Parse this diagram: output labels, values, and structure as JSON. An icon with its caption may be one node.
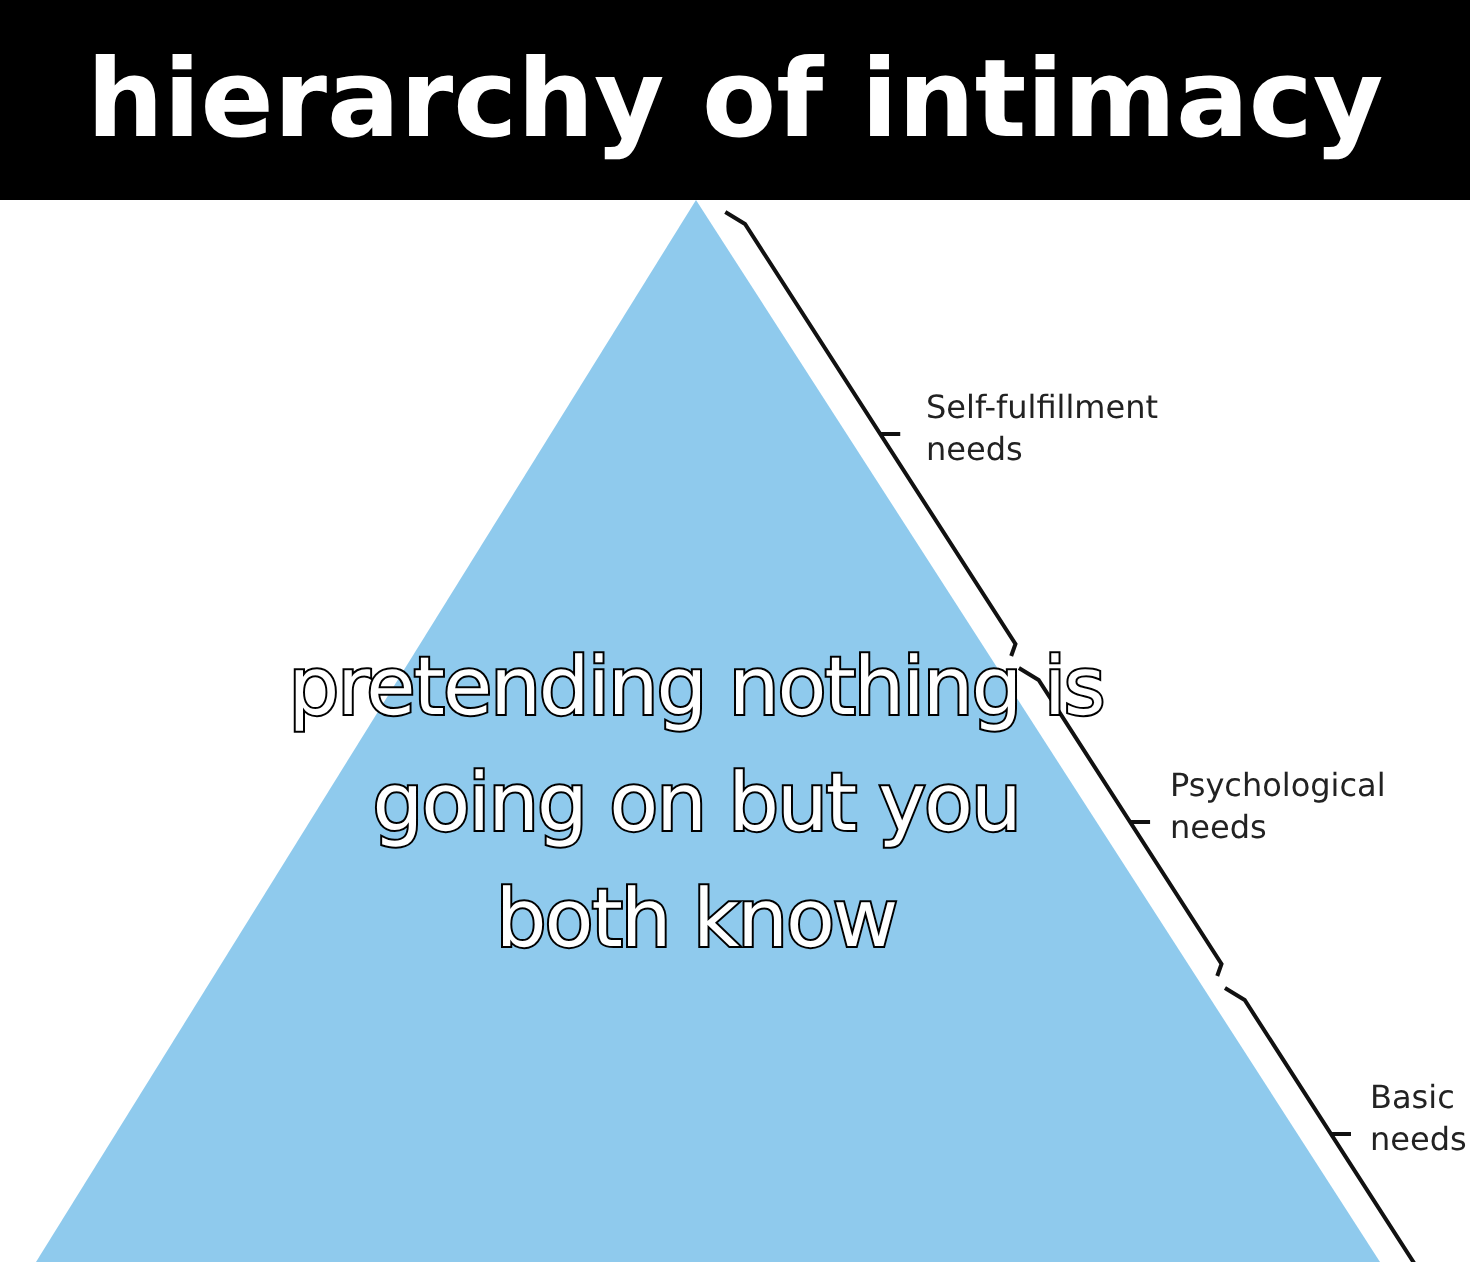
{
  "diagram": {
    "title": "hierarchy of intimacy",
    "nodes": [
      {
        "text": [
          "pretending nothing is going on but you both know"
        ]
      }
    ],
    "labels": [
      "Self-fulfillment needs",
      "Psychological needs",
      "Basic needs"
    ]
  }
}
